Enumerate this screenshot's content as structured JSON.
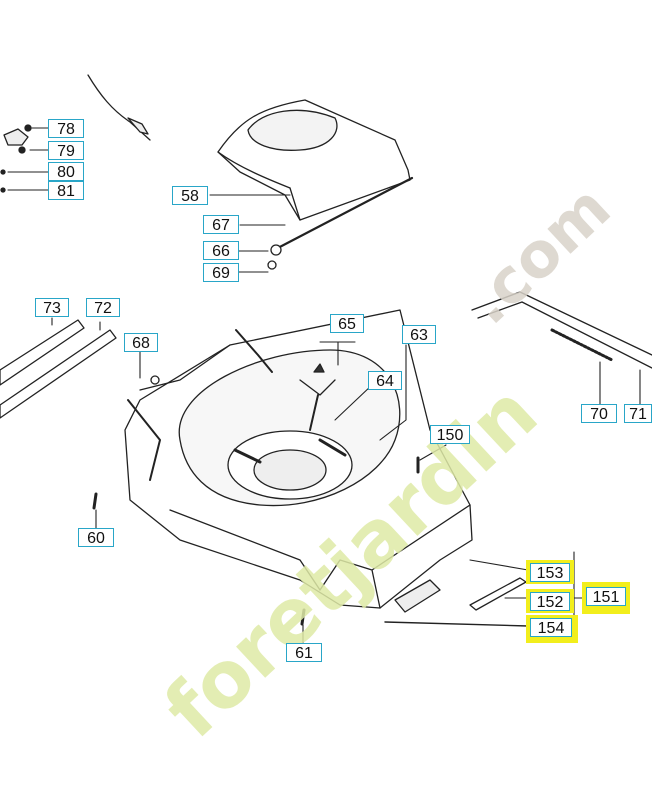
{
  "watermark": {
    "part1": "foretjardin",
    "part2": ".com",
    "color1": "#dfeaa6",
    "color2": "#d9d3c9"
  },
  "highlight_color": "#f2ee1c",
  "labels": {
    "l78": "78",
    "l79": "79",
    "l80": "80",
    "l81": "81",
    "l58": "58",
    "l67": "67",
    "l66": "66",
    "l69": "69",
    "l73": "73",
    "l72": "72",
    "l68": "68",
    "l65": "65",
    "l63": "63",
    "l64": "64",
    "l150": "150",
    "l70": "70",
    "l71": "71",
    "l60": "60",
    "l61": "61",
    "l153": "153",
    "l152": "152",
    "l151": "151",
    "l154": "154"
  }
}
